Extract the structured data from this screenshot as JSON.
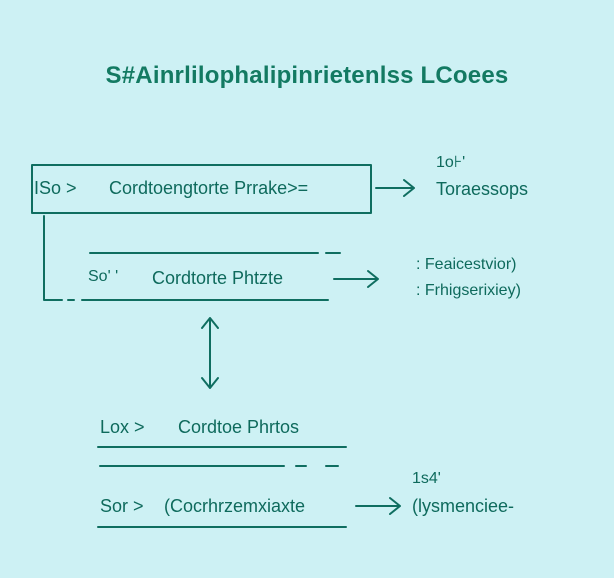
{
  "title": "S#Ainrlilophalipinrietenlss LCoees",
  "row1": {
    "prefix": "ISo >",
    "label": "Cordtoengtorte Prrake>=",
    "note_top": "1o⊦'",
    "note": "Toraessops"
  },
  "row2": {
    "prefix": "So' '",
    "label": "Cordtorte Phtzte",
    "notes": [
      ": Feaicestvior)",
      ": Frhigserixiey)"
    ]
  },
  "row3": {
    "prefix": "Lox >",
    "label": "Cordtoe Phrtos"
  },
  "row4": {
    "prefix": "Sor >",
    "label": "(Cocrhrzemxiaxte",
    "note_top": "1s4'",
    "note": "(lysmenciee-"
  },
  "colors": {
    "background": "#cdf1f4",
    "stroke": "#0f6e60",
    "title": "#137a62"
  }
}
